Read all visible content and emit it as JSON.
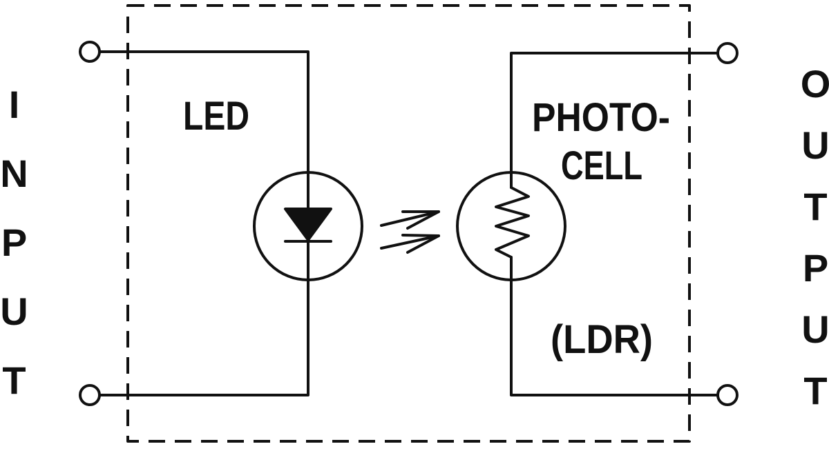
{
  "title": "Optocoupler (LED + Photocell)",
  "labels": {
    "input": "INPUT",
    "output": "OUTPUT",
    "led": "LED",
    "photocell_line1": "PHOTO-",
    "photocell_line2": "CELL",
    "ldr": "(LDR)"
  },
  "colors": {
    "stroke": "#111111",
    "background": "#ffffff"
  }
}
